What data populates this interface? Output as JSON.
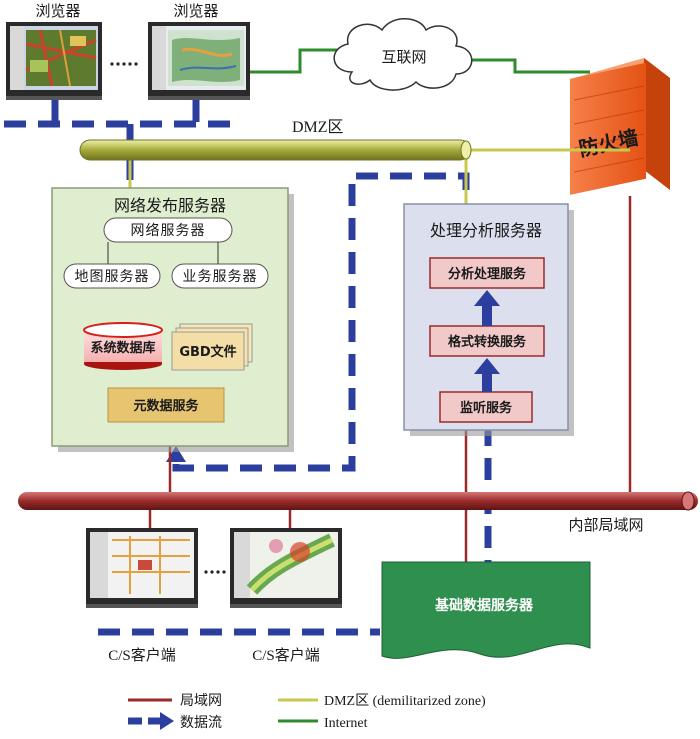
{
  "labels": {
    "browser_left": "浏览器",
    "browser_right": "浏览器",
    "internet_cloud": "互联网",
    "dmz_zone": "DMZ区",
    "firewall": "防火墙",
    "web_publish_server": "网络发布服务器",
    "web_server": "网络服务器",
    "map_server": "地图服务器",
    "business_server": "业务服务器",
    "system_database": "系统数据库",
    "gbd_file": "GBD文件",
    "metadata_service": "元数据服务",
    "processing_server": "处理分析服务器",
    "analysis_service": "分析处理服务",
    "format_conversion_service": "格式转换服务",
    "listening_service": "监听服务",
    "internal_lan": "内部局域网",
    "base_data_server": "基础数据服务器",
    "cs_client_left": "C/S客户端",
    "cs_client_right": "C/S客户端"
  },
  "legend": [
    {
      "label": "局域网",
      "kind": "lan"
    },
    {
      "label": "数据流",
      "kind": "dataflow"
    },
    {
      "label": "DMZ区 (demilitarized zone)",
      "kind": "dmz"
    },
    {
      "label": "Internet",
      "kind": "internet"
    }
  ],
  "colors": {
    "lan": "#9b2a2a",
    "dataflow": "#2d3f9e",
    "dmz": "#c9c84e",
    "internet": "#2e8b2e",
    "firewall": "#f06020",
    "web_server_panel": "#dfeecf",
    "processing_panel": "#dcdfee",
    "service_box": "#f2c9c9",
    "metadata_box": "#e6c470",
    "base_server": "#2f8f4f"
  }
}
